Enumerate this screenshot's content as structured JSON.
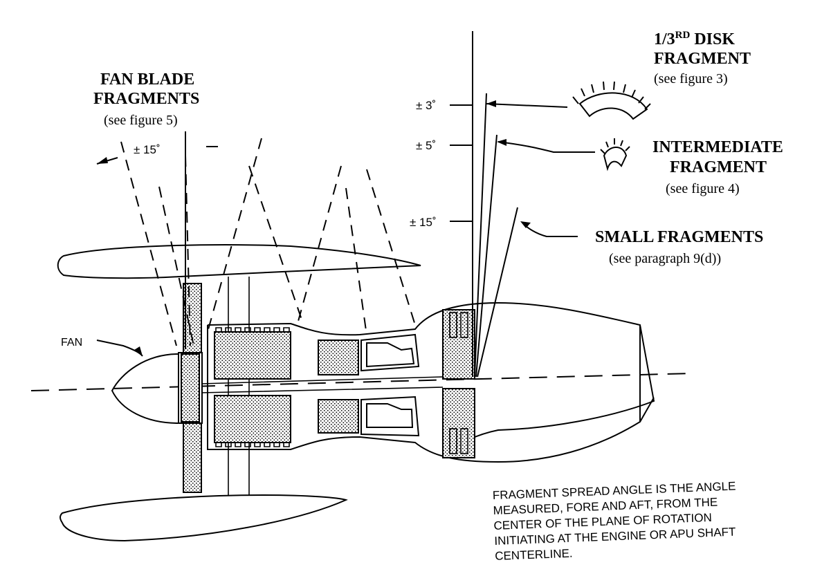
{
  "labels": {
    "fan_blade": {
      "line1": "FAN BLADE",
      "line2": "FRAGMENTS",
      "ref": "(see figure 5)"
    },
    "disk": {
      "line1_prefix": "1/3",
      "line1_sup": "RD",
      "line1_suffix": " DISK",
      "line2": "FRAGMENT",
      "ref": "(see figure 3)"
    },
    "intermediate": {
      "line1": "INTERMEDIATE",
      "line2": "FRAGMENT",
      "ref": "(see figure 4)"
    },
    "small": {
      "line1": "SMALL FRAGMENTS",
      "ref": "(see paragraph 9(d))"
    },
    "fan": "FAN"
  },
  "angles": {
    "fan_spread": "± 15˚",
    "disk_spread": "± 3˚",
    "intermediate_spread": "± 5˚",
    "small_spread": "± 15˚"
  },
  "note": {
    "lines": [
      "FRAGMENT SPREAD ANGLE IS THE ANGLE",
      "MEASURED, FORE AND AFT, FROM THE",
      "CENTER OF THE PLANE OF ROTATION",
      "INITIATING AT THE ENGINE OR APU SHAFT",
      "CENTERLINE."
    ]
  }
}
